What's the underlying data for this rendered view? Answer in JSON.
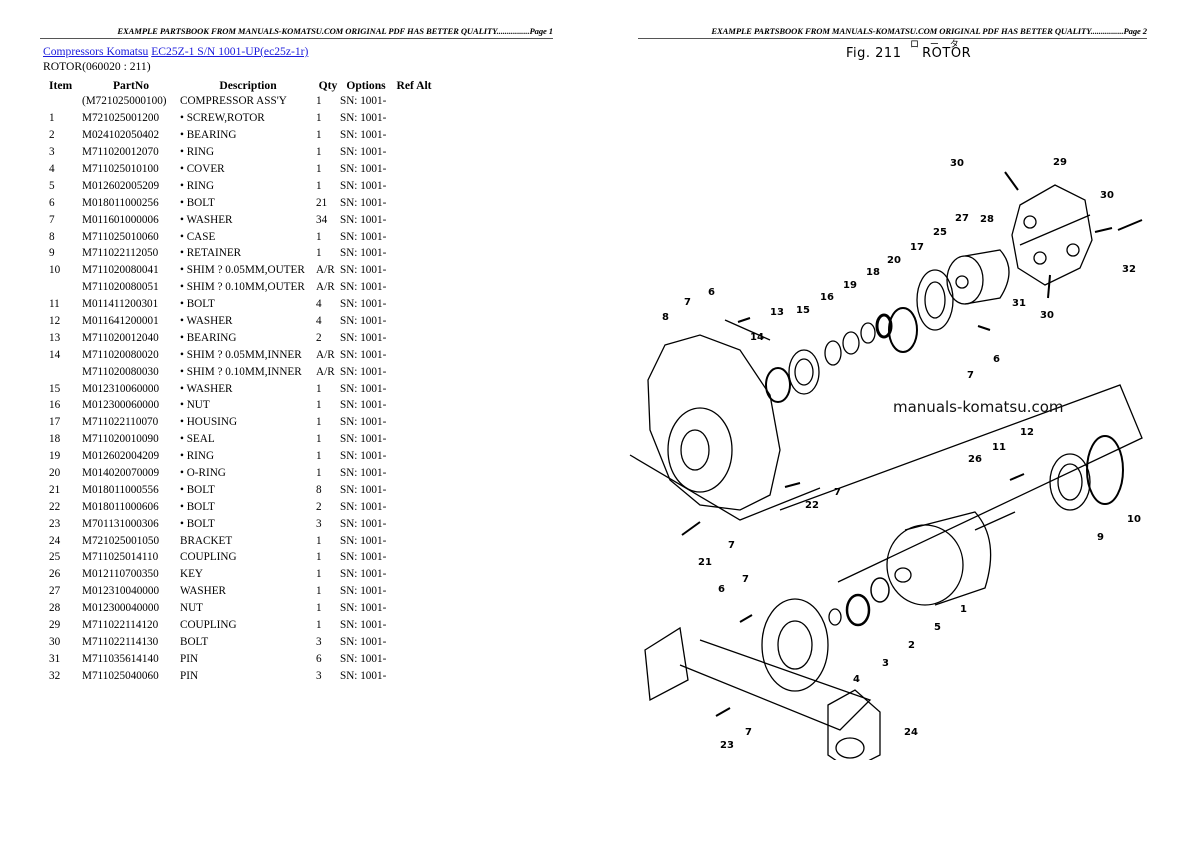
{
  "page_left": {
    "header": "EXAMPLE PARTSBOOK FROM MANUALS-KOMATSU.COM ORIGINAL PDF HAS BETTER QUALITY................Page 1",
    "breadcrumb": {
      "link1": "Compressors Komatsu",
      "link2": "EC25Z-1 S/N 1001-UP(ec25z-1r)"
    },
    "subtitle": "ROTOR(060020 : 211)",
    "table": {
      "headers": [
        "Item",
        "PartNo",
        "Description",
        "Qty",
        "Options",
        "Ref Alt"
      ],
      "rows": [
        {
          "item": "",
          "part": "(M721025000100)",
          "desc": "COMPRESSOR ASS'Y",
          "qty": "1",
          "opt": "SN: 1001-"
        },
        {
          "item": "1",
          "part": "M721025001200",
          "desc": "• SCREW,ROTOR",
          "qty": "1",
          "opt": "SN: 1001-"
        },
        {
          "item": "2",
          "part": "M024102050402",
          "desc": "• BEARING",
          "qty": "1",
          "opt": "SN: 1001-"
        },
        {
          "item": "3",
          "part": "M711020012070",
          "desc": "• RING",
          "qty": "1",
          "opt": "SN: 1001-"
        },
        {
          "item": "4",
          "part": "M711025010100",
          "desc": "• COVER",
          "qty": "1",
          "opt": "SN: 1001-"
        },
        {
          "item": "5",
          "part": "M012602005209",
          "desc": "• RING",
          "qty": "1",
          "opt": "SN: 1001-"
        },
        {
          "item": "6",
          "part": "M018011000256",
          "desc": "• BOLT",
          "qty": "21",
          "opt": "SN: 1001-"
        },
        {
          "item": "7",
          "part": "M011601000006",
          "desc": "• WASHER",
          "qty": "34",
          "opt": "SN: 1001-"
        },
        {
          "item": "8",
          "part": "M711025010060",
          "desc": "• CASE",
          "qty": "1",
          "opt": "SN: 1001-"
        },
        {
          "item": "9",
          "part": "M711022112050",
          "desc": "• RETAINER",
          "qty": "1",
          "opt": "SN: 1001-"
        },
        {
          "item": "10",
          "part": "M711020080041",
          "desc": "• SHIM ? 0.05MM,OUTER",
          "qty": "A/R",
          "opt": "SN: 1001-"
        },
        {
          "item": "",
          "part": "M711020080051",
          "desc": "• SHIM ? 0.10MM,OUTER",
          "qty": "A/R",
          "opt": "SN: 1001-"
        },
        {
          "item": "11",
          "part": "M011411200301",
          "desc": "• BOLT",
          "qty": "4",
          "opt": "SN: 1001-"
        },
        {
          "item": "12",
          "part": "M011641200001",
          "desc": "• WASHER",
          "qty": "4",
          "opt": "SN: 1001-"
        },
        {
          "item": "13",
          "part": "M711020012040",
          "desc": "• BEARING",
          "qty": "2",
          "opt": "SN: 1001-"
        },
        {
          "item": "14",
          "part": "M711020080020",
          "desc": "• SHIM ? 0.05MM,INNER",
          "qty": "A/R",
          "opt": "SN: 1001-"
        },
        {
          "item": "",
          "part": "M711020080030",
          "desc": "• SHIM ? 0.10MM,INNER",
          "qty": "A/R",
          "opt": "SN: 1001-"
        },
        {
          "item": "15",
          "part": "M012310060000",
          "desc": "• WASHER",
          "qty": "1",
          "opt": "SN: 1001-"
        },
        {
          "item": "16",
          "part": "M012300060000",
          "desc": "• NUT",
          "qty": "1",
          "opt": "SN: 1001-"
        },
        {
          "item": "17",
          "part": "M711022110070",
          "desc": "• HOUSING",
          "qty": "1",
          "opt": "SN: 1001-"
        },
        {
          "item": "18",
          "part": "M711020010090",
          "desc": "• SEAL",
          "qty": "1",
          "opt": "SN: 1001-"
        },
        {
          "item": "19",
          "part": "M012602004209",
          "desc": "• RING",
          "qty": "1",
          "opt": "SN: 1001-"
        },
        {
          "item": "20",
          "part": "M014020070009",
          "desc": "• O-RING",
          "qty": "1",
          "opt": "SN: 1001-"
        },
        {
          "item": "21",
          "part": "M018011000556",
          "desc": "• BOLT",
          "qty": "8",
          "opt": "SN: 1001-"
        },
        {
          "item": "22",
          "part": "M018011000606",
          "desc": "• BOLT",
          "qty": "2",
          "opt": "SN: 1001-"
        },
        {
          "item": "23",
          "part": "M701131000306",
          "desc": "• BOLT",
          "qty": "3",
          "opt": "SN: 1001-"
        },
        {
          "item": "24",
          "part": "M721025001050",
          "desc": "BRACKET",
          "qty": "1",
          "opt": "SN: 1001-"
        },
        {
          "item": "25",
          "part": "M711025014110",
          "desc": "COUPLING",
          "qty": "1",
          "opt": "SN: 1001-"
        },
        {
          "item": "26",
          "part": "M012110700350",
          "desc": "KEY",
          "qty": "1",
          "opt": "SN: 1001-"
        },
        {
          "item": "27",
          "part": "M012310040000",
          "desc": "WASHER",
          "qty": "1",
          "opt": "SN: 1001-"
        },
        {
          "item": "28",
          "part": "M012300040000",
          "desc": "NUT",
          "qty": "1",
          "opt": "SN: 1001-"
        },
        {
          "item": "29",
          "part": "M711022114120",
          "desc": "COUPLING",
          "qty": "1",
          "opt": "SN: 1001-"
        },
        {
          "item": "30",
          "part": "M711022114130",
          "desc": "BOLT",
          "qty": "3",
          "opt": "SN: 1001-"
        },
        {
          "item": "31",
          "part": "M711035614140",
          "desc": "PIN",
          "qty": "6",
          "opt": "SN: 1001-"
        },
        {
          "item": "32",
          "part": "M711025040060",
          "desc": "PIN",
          "qty": "3",
          "opt": "SN: 1001-"
        }
      ]
    }
  },
  "page_right": {
    "header": "EXAMPLE PARTSBOOK FROM MANUALS-KOMATSU.COM ORIGINAL PDF HAS BETTER QUALITY................Page 2",
    "figure": {
      "number": "Fig. 211",
      "title": "ROTOR",
      "japanese": "ロ ー タ",
      "watermark": "manuals-komatsu.com",
      "callouts": [
        "1",
        "2",
        "3",
        "4",
        "5",
        "6",
        "7",
        "8",
        "9",
        "10",
        "11",
        "12",
        "13",
        "14",
        "15",
        "16",
        "17",
        "18",
        "19",
        "20",
        "21",
        "22",
        "23",
        "24",
        "25",
        "26",
        "27",
        "28",
        "29",
        "30",
        "31",
        "32"
      ]
    }
  }
}
